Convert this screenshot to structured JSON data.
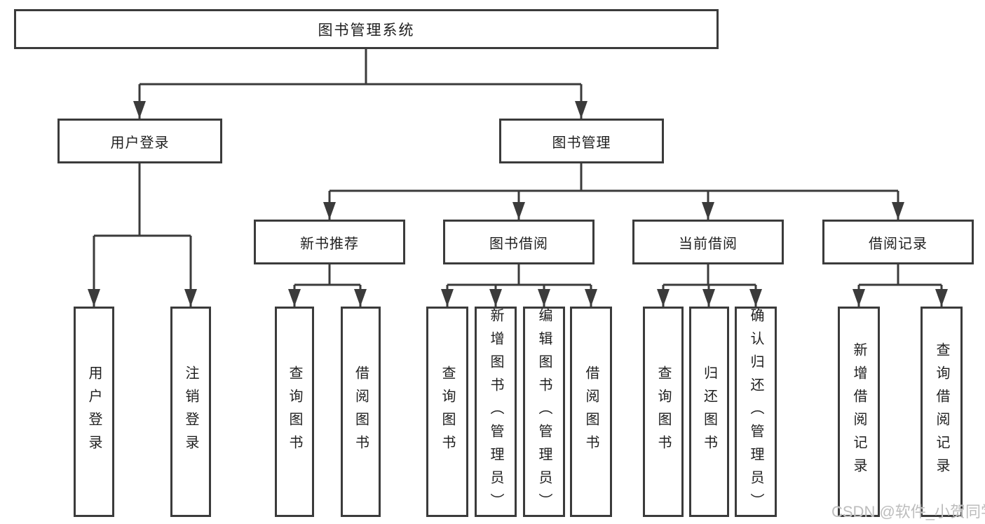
{
  "colors": {
    "line": "#3b3b3b",
    "text": "#1f1f1f",
    "background": "#ffffff",
    "watermark": "#bdbdbd"
  },
  "watermark": {
    "text": "CSDN @软件_小贺同学"
  },
  "tree": {
    "root": {
      "label": "图书管理系统"
    },
    "branches": [
      {
        "label": "用户登录",
        "children": [
          {
            "label": "用户登录"
          },
          {
            "label": "注销登录"
          }
        ]
      },
      {
        "label": "图书管理",
        "children": [
          {
            "label": "新书推荐",
            "children": [
              {
                "label": "查询图书"
              },
              {
                "label": "借阅图书"
              }
            ]
          },
          {
            "label": "图书借阅",
            "children": [
              {
                "label": "查询图书"
              },
              {
                "label": "新增图书（管理员）"
              },
              {
                "label": "编辑图书（管理员）"
              },
              {
                "label": "借阅图书"
              }
            ]
          },
          {
            "label": "当前借阅",
            "children": [
              {
                "label": "查询图书"
              },
              {
                "label": "归还图书"
              },
              {
                "label": "确认归还（管理员）"
              }
            ]
          },
          {
            "label": "借阅记录",
            "children": [
              {
                "label": "新增借阅记录"
              },
              {
                "label": "查询借阅记录"
              }
            ]
          }
        ]
      }
    ]
  }
}
